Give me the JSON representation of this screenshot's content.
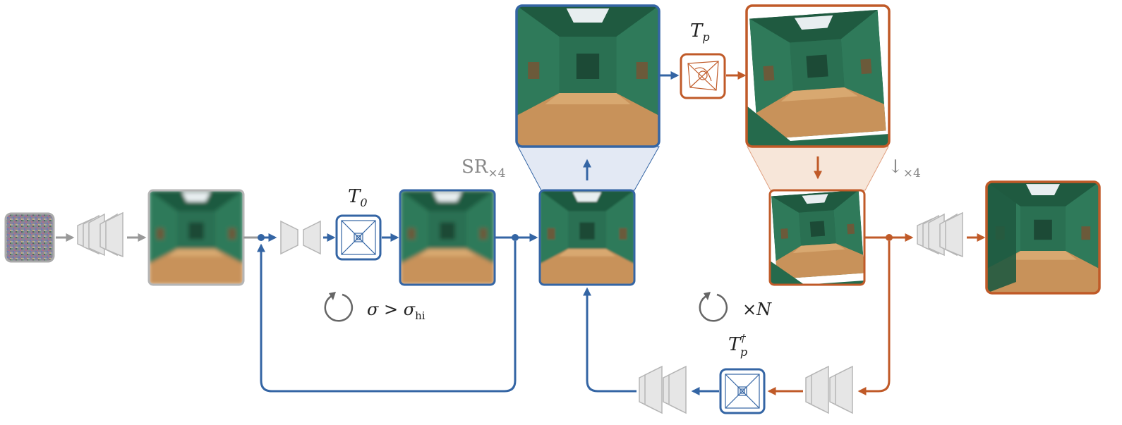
{
  "labels": {
    "t0": "T",
    "t0_sub": "0",
    "tp": "T",
    "tp_sub": "p",
    "tpd": "T",
    "tpd_sup": "†",
    "tpd_sub": "p",
    "sr": "SR",
    "sr_sub": "×4",
    "down": "↓",
    "down_sub": "×4",
    "loop_condition": "σ > σ",
    "loop_condition_sub": "hi",
    "loop_repeat": "×N"
  },
  "colors": {
    "blue": "#3465a4",
    "orange": "#c05a28",
    "gray": "#999999",
    "dark_gray": "#666666",
    "wall_green": "#2f7a5a",
    "floor_tan": "#c8925a",
    "blue_fill": "#e3e9f4",
    "orange_fill": "#f7e6d9"
  },
  "icons": [
    "noise-image",
    "encoder-icon",
    "decoder-icon",
    "warp-operator-icon",
    "refresh-loop-icon"
  ]
}
